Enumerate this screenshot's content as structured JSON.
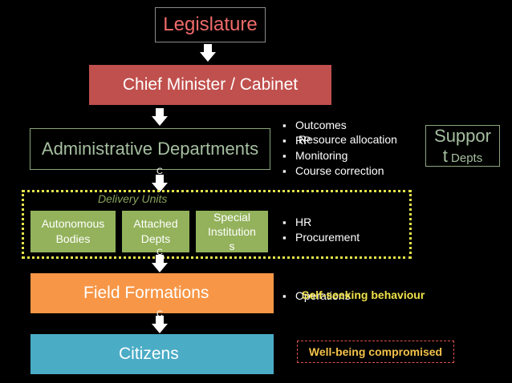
{
  "legislature": "Legislature",
  "chief_minister": "Chief Minister / Cabinet",
  "admin_departments": "Administrative Departments",
  "support_depts": {
    "line1": "Suppor",
    "line2_big": "t",
    "line2_small": " Depts"
  },
  "delivery_units": {
    "label": "Delivery Units",
    "boxes": [
      {
        "line1": "Autonomous",
        "line2": "Bodies",
        "line3": ""
      },
      {
        "line1": "Attached",
        "line2": "Depts",
        "line3": ""
      },
      {
        "line1": "Special",
        "line2": "Institution",
        "line3": "s"
      }
    ]
  },
  "field_formations": "Field Formations",
  "citizens": "Citizens",
  "admin_bullets": [
    "Outcomes",
    "RP",
    "Monitoring",
    "Course correction"
  ],
  "admin_overlap_text": "Resource allocation",
  "delivery_bullets": [
    "HR",
    "Procurement"
  ],
  "field_bullet_base": "Operations",
  "field_overlap_text": "Self-seeking behaviour",
  "citizens_note": "Well-being compromised",
  "connector_labels": [
    "C",
    "C",
    "C"
  ],
  "colors": {
    "background": "#000000",
    "legislature_text": "#f06a6a",
    "chief_fill": "#c0504d",
    "admin_text": "#a5bfa0",
    "delivery_fill": "#93b25b",
    "delivery_border": "#e3e34a",
    "field_fill": "#f79646",
    "citizens_fill": "#4bacc6",
    "highlight_text": "#f0e14a"
  }
}
